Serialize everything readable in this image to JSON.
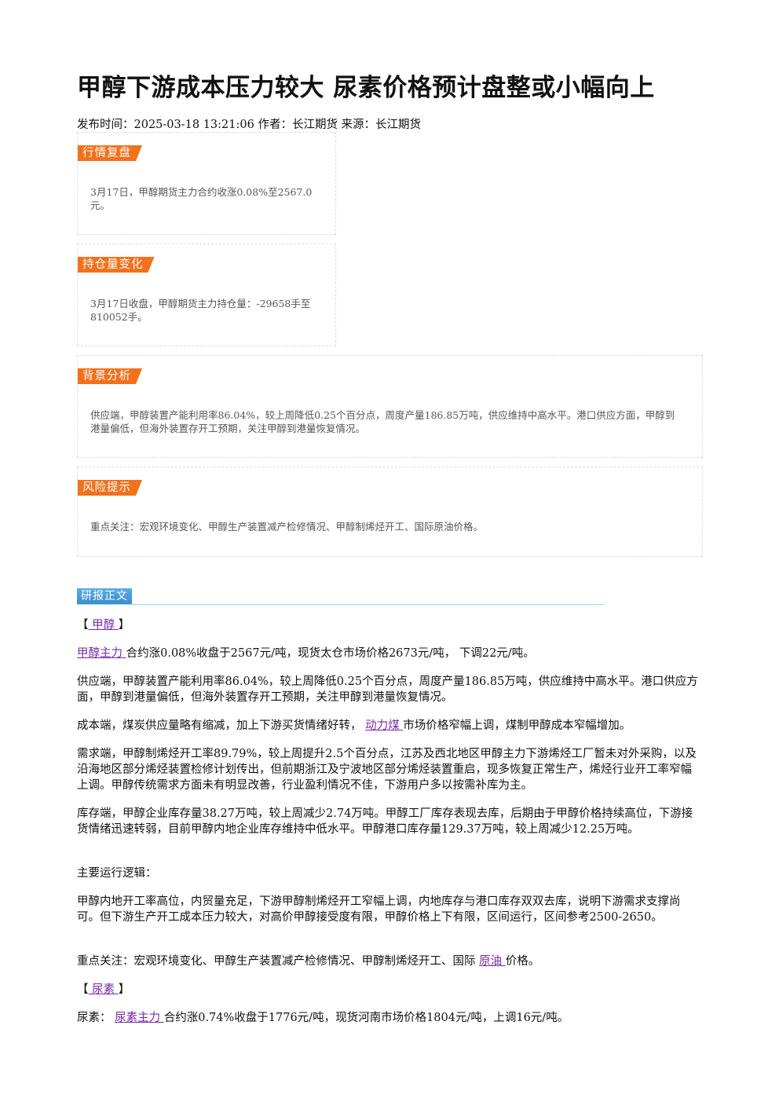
{
  "title": "甲醇下游成本压力较大 尿素价格预计盘整或小幅向上",
  "meta": "发布时间：2025-03-18 13:21:06 作者：长江期货 来源：长江期货",
  "boxes": {
    "b1": {
      "tag": "行情复盘",
      "text": "3月17日，甲醇期货主力合约收涨0.08%至2567.0元。"
    },
    "b2": {
      "tag": "持仓量变化",
      "text": "3月17日收盘，甲醇期货主力持仓量：-29658手至810052手。"
    },
    "b3": {
      "tag": "背景分析",
      "text": "供应端，甲醇装置产能利用率86.04%，较上周降低0.25个百分点，周度产量186.85万吨，供应维持中高水平。港口供应方面，甲醇到港量偏低，但海外装置存开工预期，关注甲醇到港量恢复情况。"
    },
    "b4": {
      "tag": "风险提示",
      "text": "重点关注：宏观环境变化、甲醇生产装置减产检修情况、甲醇制烯烃开工、国际原油价格。"
    }
  },
  "section_label": "研报正文",
  "body": {
    "h_methanol_open": "【",
    "h_methanol_link": " 甲醇 ",
    "h_methanol_close": "】",
    "p1_link": "甲醇主力 ",
    "p1_text": "合约涨0.08%收盘于2567元/吨，现货太仓市场价格2673元/吨， 下调22元/吨。",
    "p2": "供应端，甲醇装置产能利用率86.04%，较上周降低0.25个百分点，周度产量186.85万吨，供应维持中高水平。港口供应方面，甲醇到港量偏低，但海外装置存开工预期，关注甲醇到港量恢复情况。",
    "p3_before": "成本端，煤炭供应量略有缩减，加上下游买货情绪好转， ",
    "p3_link": "动力煤 ",
    "p3_after": "市场价格窄幅上调，煤制甲醇成本窄幅增加。",
    "p4": "需求端，甲醇制烯烃开工率89.79%，较上周提升2.5个百分点，江苏及西北地区甲醇主力下游烯烃工厂暂未对外采购，以及沿海地区部分烯烃装置检修计划传出，但前期浙江及宁波地区部分烯烃装置重启，现多恢复正常生产，烯烃行业开工率窄幅上调。甲醇传统需求方面未有明显改善，行业盈利情况不佳，下游用户多以按需补库为主。",
    "p5": "库存端，甲醇企业库存量38.27万吨，较上周减少2.74万吨。甲醇工厂库存表现去库，后期由于甲醇价格持续高位，下游接货情绪迅速转弱，目前甲醇内地企业库存维持中低水平。甲醇港口库存量129.37万吨，较上周减少12.25万吨。",
    "p6": "主要运行逻辑：",
    "p7": "甲醇内地开工率高位，内贸量充足，下游甲醇制烯烃开工窄幅上调，内地库存与港口库存双双去库，说明下游需求支撑尚可。但下游生产开工成本压力较大，对高价甲醇接受度有限，甲醇价格上下有限，区间运行，区间参考2500-2650。",
    "p8_before": "重点关注：宏观环境变化、甲醇生产装置减产检修情况、甲醇制烯烃开工、国际 ",
    "p8_link": "原油 ",
    "p8_after": "价格。",
    "h_urea_open": "【",
    "h_urea_link": " 尿素 ",
    "h_urea_close": "】",
    "p9_before": "尿素： ",
    "p9_link": "尿素主力 ",
    "p9_after": "合约涨0.74%收盘于1776元/吨，现货河南市场价格1804元/吨，上调16元/吨。"
  }
}
